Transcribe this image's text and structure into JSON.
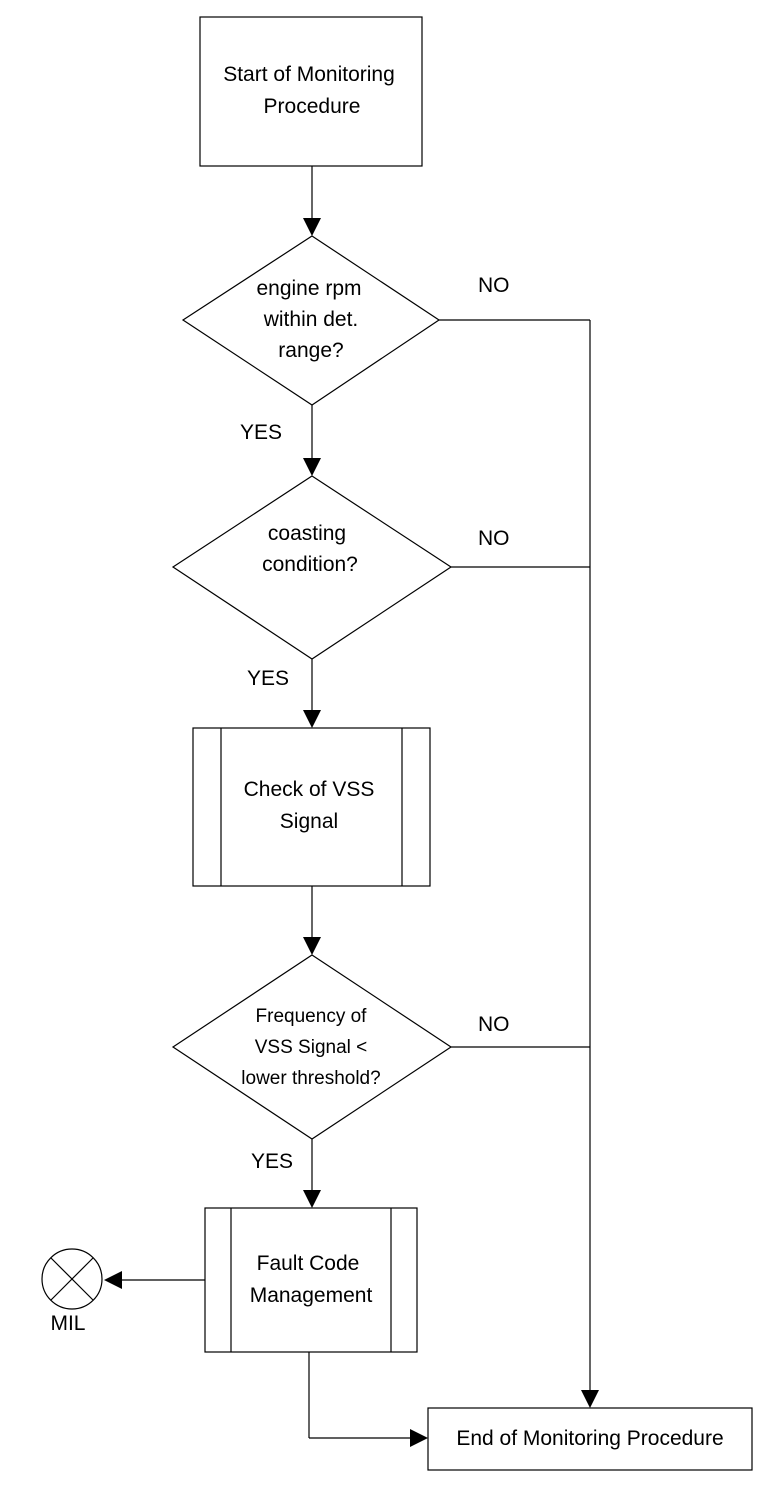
{
  "nodes": {
    "start": {
      "lines": [
        "Start of Monitoring",
        "Procedure"
      ]
    },
    "decision_rpm": {
      "lines": [
        "engine rpm",
        "within det.",
        "range?"
      ]
    },
    "decision_coasting": {
      "lines": [
        "coasting",
        "condition?"
      ]
    },
    "check_vss": {
      "lines": [
        "Check of VSS",
        "Signal"
      ]
    },
    "decision_frequency": {
      "lines": [
        "Frequency of",
        "VSS Signal <",
        "lower threshold?"
      ]
    },
    "fault_code": {
      "lines": [
        "Fault Code",
        "Management"
      ]
    },
    "end": {
      "lines": [
        "End of Monitoring Procedure"
      ]
    }
  },
  "labels": {
    "yes_1": "YES",
    "yes_2": "YES",
    "yes_3": "YES",
    "no_1": "NO",
    "no_2": "NO",
    "no_3": "NO",
    "mil": "MIL"
  }
}
